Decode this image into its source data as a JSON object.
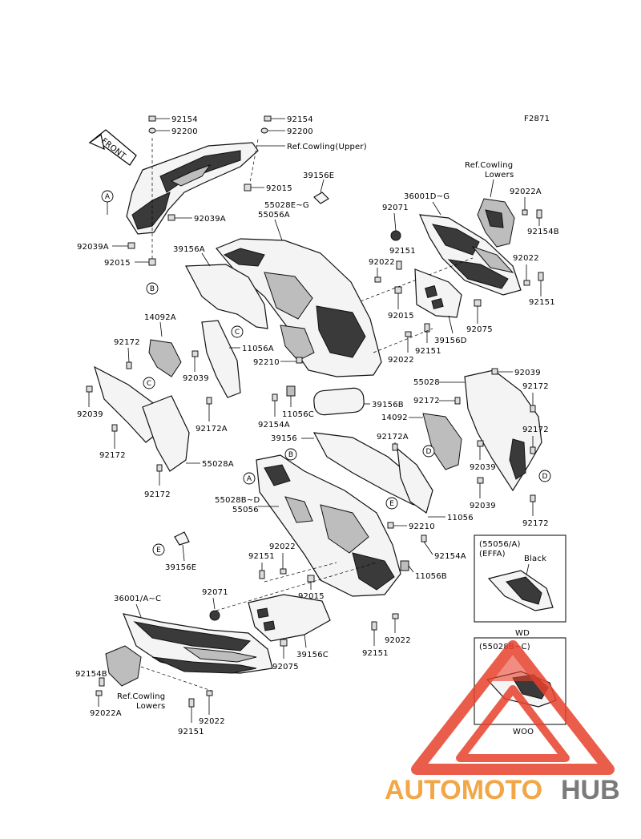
{
  "diagram_code": "F2871",
  "front_label": "FRONT",
  "labels": {
    "p92154_top": "92154",
    "p92200_top": "92200",
    "p92154_top2": "92154",
    "p92200_top2": "92200",
    "ref_cowling_upper": "Ref.Cowling(Upper)",
    "p92015_a": "92015",
    "p39156E_a": "39156E",
    "p55028EG": "55028E~G",
    "p55056A": "55056A",
    "p92039A_a": "92039A",
    "p92039A_b": "92039A",
    "p92015_b": "92015",
    "p39156A": "39156A",
    "ref_cowling_lowers_top_1": "Ref.Cowling",
    "ref_cowling_lowers_top_2": "Lowers",
    "p36001DG": "36001D~G",
    "p92022A_r": "92022A",
    "p92154B_r": "92154B",
    "p92071_r": "92071",
    "p92151_r1": "92151",
    "p92022_r1": "92022",
    "p92022_r2": "92022",
    "p92151_r2": "92151",
    "p92015_r": "92015",
    "p92075_r": "92075",
    "p39156D": "39156D",
    "p92151_r3": "92151",
    "p92022_r3": "92022",
    "p14092A": "14092A",
    "p92172_l1": "92172",
    "p11056A": "11056A",
    "p92039_l1": "92039",
    "p92210_a": "92210",
    "p55028": "55028",
    "p92039_r1": "92039",
    "p92172_r1": "92172",
    "p92039_l2": "92039",
    "p39156B": "39156B",
    "p92172A_a": "92172A",
    "p92154A_a": "92154A",
    "p11056C": "11056C",
    "p92172_r2": "92172",
    "p14092": "14092",
    "p39156": "39156",
    "p92172A_b": "92172A",
    "p92172_l2": "92172",
    "p92172_r3": "92172",
    "p55028A": "55028A",
    "p92172_l3": "92172",
    "p92039_r2": "92039",
    "p92039_r3": "92039",
    "p92172_r4": "92172",
    "p55028BD": "55028B~D",
    "p55056": "55056",
    "p11056": "11056",
    "p92210_b": "92210",
    "p92022_m": "92022",
    "p92151_m": "92151",
    "p92154A_b": "92154A",
    "p11056B": "11056B",
    "p39156E_b": "39156E",
    "p36001AC": "36001/A~C",
    "p92071_l": "92071",
    "p92015_m": "92015",
    "p92022_b1": "92022",
    "p92151_b1": "92151",
    "p92075_l": "92075",
    "p39156C": "39156C",
    "p92154B_l": "92154B",
    "p92022A_l": "92022A",
    "ref_cowling_lowers_bottom_1": "Ref.Cowling",
    "ref_cowling_lowers_bottom_2": "Lowers",
    "p92022_b2": "92022",
    "p92151_b2": "92151"
  },
  "callouts": {
    "A1": "A",
    "B1": "B",
    "C1": "C",
    "C2": "C",
    "D1": "D",
    "D2": "D",
    "A2": "A",
    "B2": "B",
    "E1": "E",
    "E2": "E"
  },
  "inset_top": {
    "title": "(55056/A)",
    "subtitle": "(EFFA)",
    "color_label": "Black",
    "caption": "WD"
  },
  "inset_bottom": {
    "title": "(55028B~C)",
    "caption": "WOO"
  },
  "watermark": {
    "part_a": "AUTOMOTO",
    "part_b": "HUB",
    "triangle_color": "#e8412c",
    "orange": "#f3a646",
    "gray": "#7a7a7a"
  }
}
